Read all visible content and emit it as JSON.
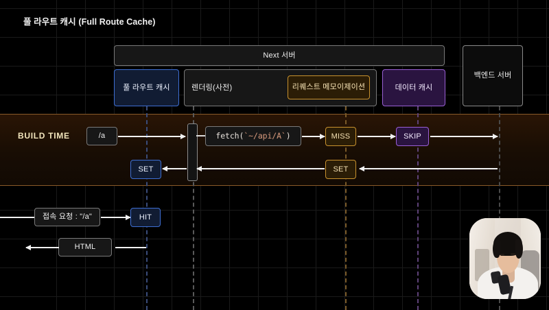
{
  "slide": {
    "title": "풀 라우트 캐시 (Full Route Cache)"
  },
  "architecture": {
    "next_server": "Next 서버",
    "backend_server": "백엔드 서버",
    "components": [
      {
        "label": "풀 라우트 캐시",
        "color": "#3e6fd4"
      },
      {
        "label": "렌더링(사전)",
        "color": "#7a7a7a"
      },
      {
        "label": "리퀘스트 메모이제이션",
        "color": "#c9922e"
      },
      {
        "label": "데이터 캐시",
        "color": "#9a5fd6"
      }
    ]
  },
  "build_time": {
    "label": "BUILD TIME",
    "route": "/a",
    "fetch_fn": "fetch(",
    "fetch_str": "`~/api/A`",
    "fetch_close": ")",
    "miss": "MISS",
    "skip": "SKIP",
    "set_data_cache": "SET",
    "set_route_cache": "SET"
  },
  "runtime": {
    "request": "접속 요청 : \"/a\"",
    "hit": "HIT",
    "html": "HTML"
  },
  "colors": {
    "band_edge": "#8a5a28",
    "build_label": "#f3e6bd",
    "blue": "#3e6fd4",
    "purple": "#9a5fd6",
    "gold": "#c9922e",
    "grid_line": "#1a1a1a",
    "arrow": "#f2f2f2"
  }
}
